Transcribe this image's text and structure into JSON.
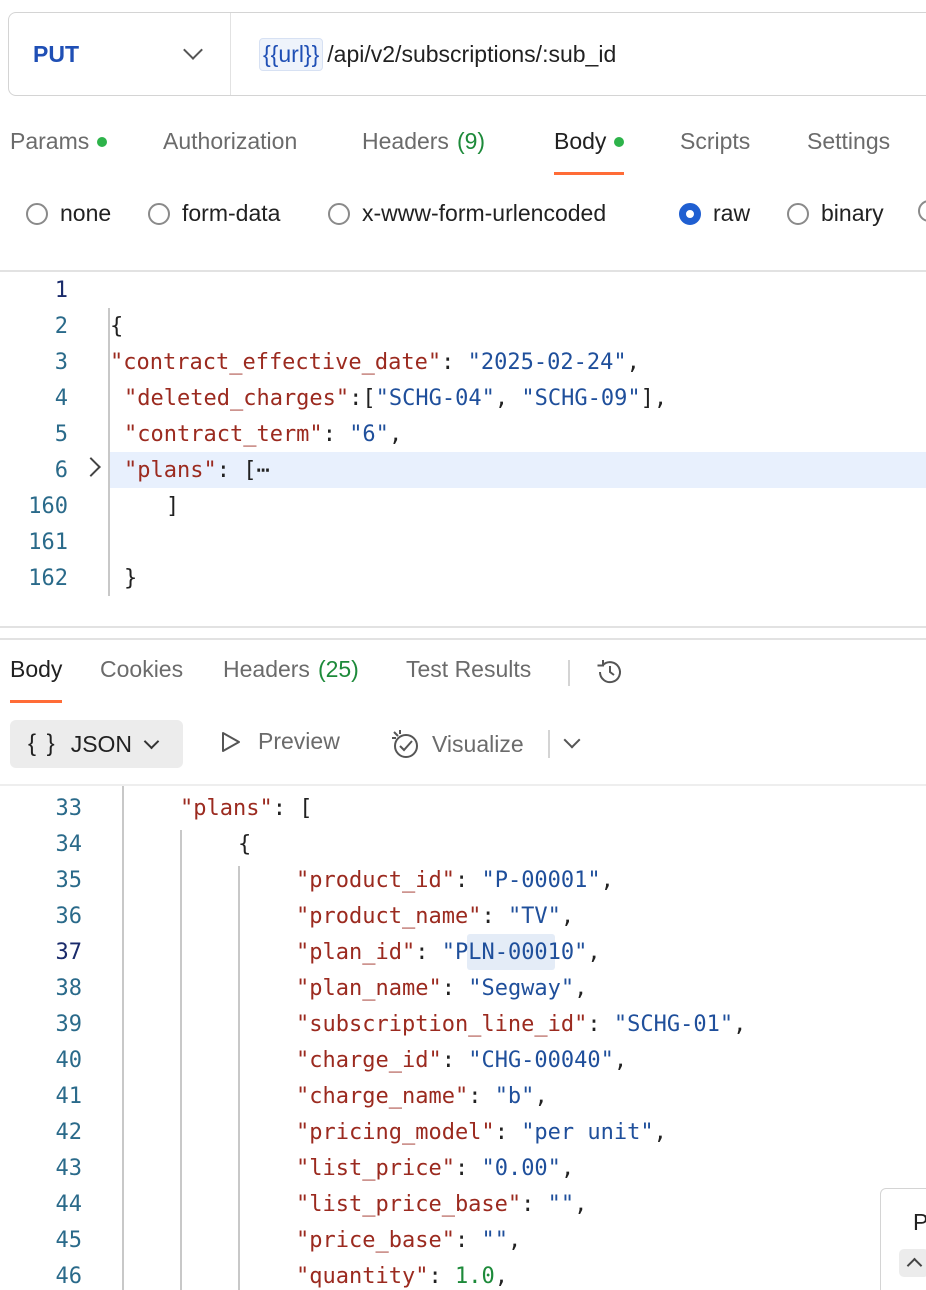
{
  "request": {
    "method": "PUT",
    "url_variable": "{{url}}",
    "url_path": "/api/v2/subscriptions/:sub_id"
  },
  "request_tabs": [
    {
      "label": "Params",
      "dot": true
    },
    {
      "label": "Authorization"
    },
    {
      "label": "Headers",
      "count": "(9)"
    },
    {
      "label": "Body",
      "dot": true,
      "active": true
    },
    {
      "label": "Scripts"
    },
    {
      "label": "Settings"
    }
  ],
  "body_types": [
    {
      "label": "none",
      "selected": false
    },
    {
      "label": "form-data",
      "selected": false
    },
    {
      "label": "x-www-form-urlencoded",
      "selected": false
    },
    {
      "label": "raw",
      "selected": true
    },
    {
      "label": "binary",
      "selected": false
    }
  ],
  "request_editor": {
    "line_numbers": [
      "1",
      "2",
      "3",
      "4",
      "5",
      "6",
      "160",
      "161",
      "162"
    ],
    "lines": [
      {
        "text": ""
      },
      {
        "text": "{"
      },
      {
        "key": "\"contract_effective_date\"",
        "sep": ": ",
        "value": "\"2025-02-24\"",
        "end": ","
      },
      {
        "key": "\"deleted_charges\"",
        "sep": ":[",
        "value": "\"SCHG-04\"",
        "mid": ", ",
        "value2": "\"SCHG-09\"",
        "end": "],"
      },
      {
        "key": "\"contract_term\"",
        "sep": ": ",
        "value": "\"6\"",
        "end": ","
      },
      {
        "key": "\"plans\"",
        "sep": ": [",
        "end": "⋯"
      },
      {
        "text": "]"
      },
      {
        "text": ""
      },
      {
        "text": "}"
      }
    ]
  },
  "response_tabs": [
    {
      "label": "Body",
      "active": true
    },
    {
      "label": "Cookies"
    },
    {
      "label": "Headers",
      "count": "(25)"
    },
    {
      "label": "Test Results"
    }
  ],
  "response_toolbar": {
    "format_braces": "{ }",
    "format": "JSON",
    "preview": "Preview",
    "visualize": "Visualize"
  },
  "response_editor": {
    "line_numbers": [
      "33",
      "34",
      "35",
      "36",
      "37",
      "38",
      "39",
      "40",
      "41",
      "42",
      "43",
      "44",
      "45",
      "46"
    ],
    "lines": [
      {
        "key": "\"plans\"",
        "sep": ": ["
      },
      {
        "text": "{"
      },
      {
        "key": "\"product_id\"",
        "sep": ": ",
        "value": "\"P-00001\"",
        "end": ","
      },
      {
        "key": "\"product_name\"",
        "sep": ": ",
        "value": "\"TV\"",
        "end": ","
      },
      {
        "key": "\"plan_id\"",
        "sep": ": ",
        "value": "\"PLN-00010\"",
        "end": ","
      },
      {
        "key": "\"plan_name\"",
        "sep": ": ",
        "value": "\"Segway\"",
        "end": ","
      },
      {
        "key": "\"subscription_line_id\"",
        "sep": ": ",
        "value": "\"SCHG-01\"",
        "end": ","
      },
      {
        "key": "\"charge_id\"",
        "sep": ": ",
        "value": "\"CHG-00040\"",
        "end": ","
      },
      {
        "key": "\"charge_name\"",
        "sep": ": ",
        "value": "\"b\"",
        "end": ","
      },
      {
        "key": "\"pricing_model\"",
        "sep": ": ",
        "value": "\"per unit\"",
        "end": ","
      },
      {
        "key": "\"list_price\"",
        "sep": ": ",
        "value": "\"0.00\"",
        "end": ","
      },
      {
        "key": "\"list_price_base\"",
        "sep": ": ",
        "value": "\"\"",
        "end": ","
      },
      {
        "key": "\"price_base\"",
        "sep": ": ",
        "value": "\"\"",
        "end": ","
      },
      {
        "key": "\"quantity\"",
        "sep": ": ",
        "num": "1.0",
        "end": ","
      }
    ]
  },
  "side_panel_letter": "P"
}
